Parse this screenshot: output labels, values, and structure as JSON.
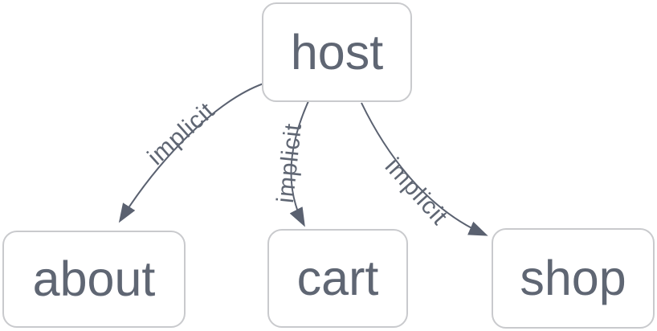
{
  "diagram": {
    "type": "graph",
    "colors": {
      "background": "#ffffff",
      "node_fill": "#ffffff",
      "node_border_color": "#c9cacd",
      "node_text_color": "#5f6673",
      "edge_color": "#5a6170",
      "edge_text_color": "#5f6673"
    },
    "nodes": [
      {
        "id": "host",
        "label": "host"
      },
      {
        "id": "about",
        "label": "about"
      },
      {
        "id": "cart",
        "label": "cart"
      },
      {
        "id": "shop",
        "label": "shop"
      }
    ],
    "edges": [
      {
        "from": "host",
        "to": "about",
        "label": "implicit"
      },
      {
        "from": "host",
        "to": "cart",
        "label": "implicit"
      },
      {
        "from": "host",
        "to": "shop",
        "label": "implicit"
      }
    ]
  }
}
